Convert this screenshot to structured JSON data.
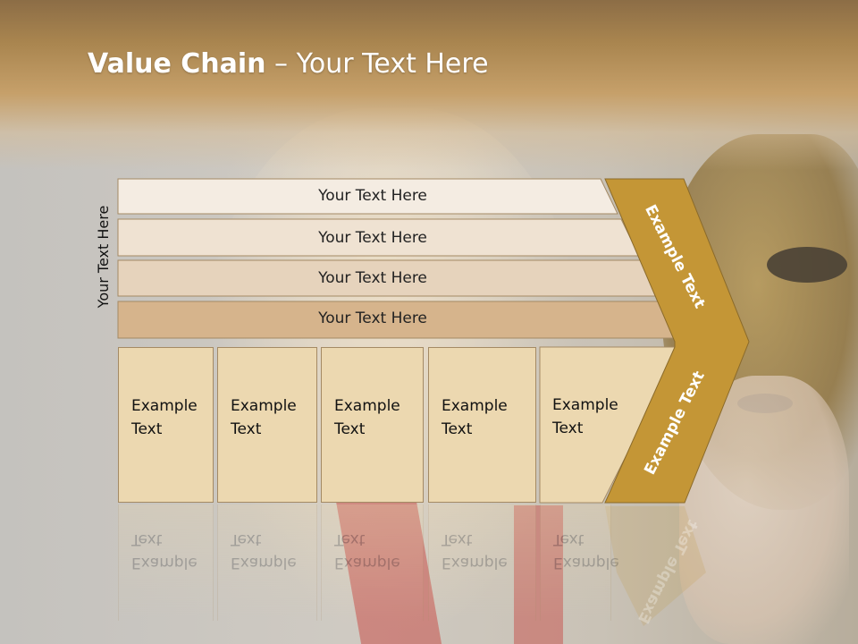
{
  "title": {
    "bold": "Value Chain",
    "rest": " – Your Text Here"
  },
  "side_label": "Your Text Here",
  "bars": [
    {
      "label": "Your Text Here",
      "fill": "#f4ece2"
    },
    {
      "label": "Your Text Here",
      "fill": "#efe2d2"
    },
    {
      "label": "Your Text Here",
      "fill": "#e6d3bc"
    },
    {
      "label": "Your Text Here",
      "fill": "#d6b48c"
    }
  ],
  "boxes": [
    {
      "label": "Example\nText"
    },
    {
      "label": "Example\nText"
    },
    {
      "label": "Example\nText"
    },
    {
      "label": "Example\nText"
    },
    {
      "label": "Example\nText"
    }
  ],
  "chevron": {
    "upper_label": "Example Text",
    "lower_label": "Example Text",
    "color": "#c49636"
  }
}
